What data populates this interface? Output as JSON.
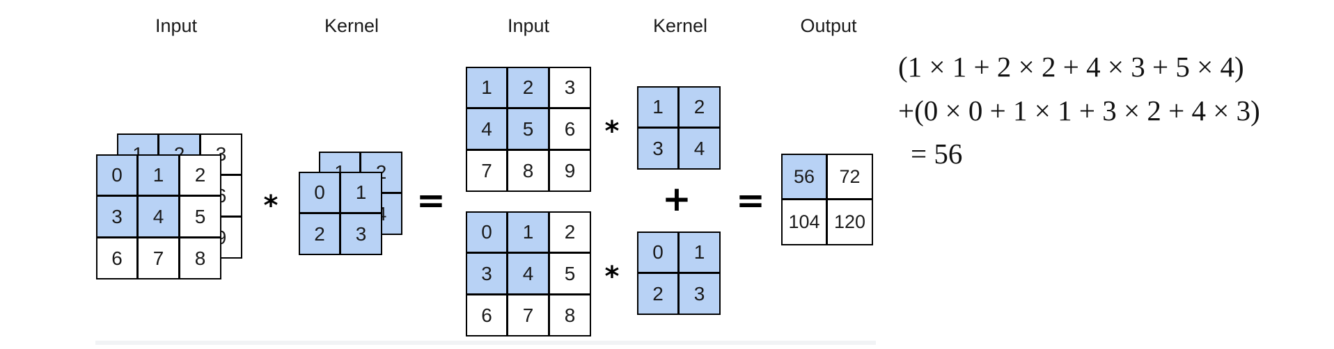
{
  "labels": {
    "input_left": "Input",
    "kernel_left": "Kernel",
    "input_mid": "Input",
    "kernel_mid": "Kernel",
    "output": "Output"
  },
  "colors": {
    "highlight": "#b8d2f5",
    "plain": "#ffffff",
    "border": "#000000"
  },
  "input_channel_back": {
    "values": [
      [
        1,
        2,
        3
      ],
      [
        4,
        5,
        6
      ],
      [
        7,
        8,
        9
      ]
    ],
    "highlight": [
      [
        1,
        1,
        0
      ],
      [
        1,
        1,
        0
      ],
      [
        0,
        0,
        0
      ]
    ]
  },
  "input_channel_front": {
    "values": [
      [
        0,
        1,
        2
      ],
      [
        3,
        4,
        5
      ],
      [
        6,
        7,
        8
      ]
    ],
    "highlight": [
      [
        1,
        1,
        0
      ],
      [
        1,
        1,
        0
      ],
      [
        0,
        0,
        0
      ]
    ]
  },
  "kernel_channel_back": {
    "values": [
      [
        1,
        2
      ],
      [
        3,
        4
      ]
    ],
    "highlight": [
      [
        1,
        1
      ],
      [
        1,
        1
      ]
    ]
  },
  "kernel_channel_front": {
    "values": [
      [
        0,
        1
      ],
      [
        2,
        3
      ]
    ],
    "highlight": [
      [
        1,
        1
      ],
      [
        1,
        1
      ]
    ]
  },
  "expanded": {
    "input_top": {
      "values": [
        [
          1,
          2,
          3
        ],
        [
          4,
          5,
          6
        ],
        [
          7,
          8,
          9
        ]
      ],
      "highlight": [
        [
          1,
          1,
          0
        ],
        [
          1,
          1,
          0
        ],
        [
          0,
          0,
          0
        ]
      ]
    },
    "kernel_top": {
      "values": [
        [
          1,
          2
        ],
        [
          3,
          4
        ]
      ],
      "highlight": [
        [
          1,
          1
        ],
        [
          1,
          1
        ]
      ]
    },
    "input_bottom": {
      "values": [
        [
          0,
          1,
          2
        ],
        [
          3,
          4,
          5
        ],
        [
          6,
          7,
          8
        ]
      ],
      "highlight": [
        [
          1,
          1,
          0
        ],
        [
          1,
          1,
          0
        ],
        [
          0,
          0,
          0
        ]
      ]
    },
    "kernel_bottom": {
      "values": [
        [
          0,
          1
        ],
        [
          2,
          3
        ]
      ],
      "highlight": [
        [
          1,
          1
        ],
        [
          1,
          1
        ]
      ]
    }
  },
  "output": {
    "values": [
      [
        56,
        72
      ],
      [
        104,
        120
      ]
    ],
    "highlight": [
      [
        1,
        0
      ],
      [
        0,
        0
      ]
    ]
  },
  "operators": {
    "star": "*",
    "equals": "=",
    "plus": "+"
  },
  "equation": {
    "line1": "(1 × 1 + 2 × 2 + 4 × 3 + 5 × 4)",
    "line2": "+(0 × 0 + 1 × 1 + 3 × 2 + 4 × 3)",
    "line3": "= 56"
  }
}
